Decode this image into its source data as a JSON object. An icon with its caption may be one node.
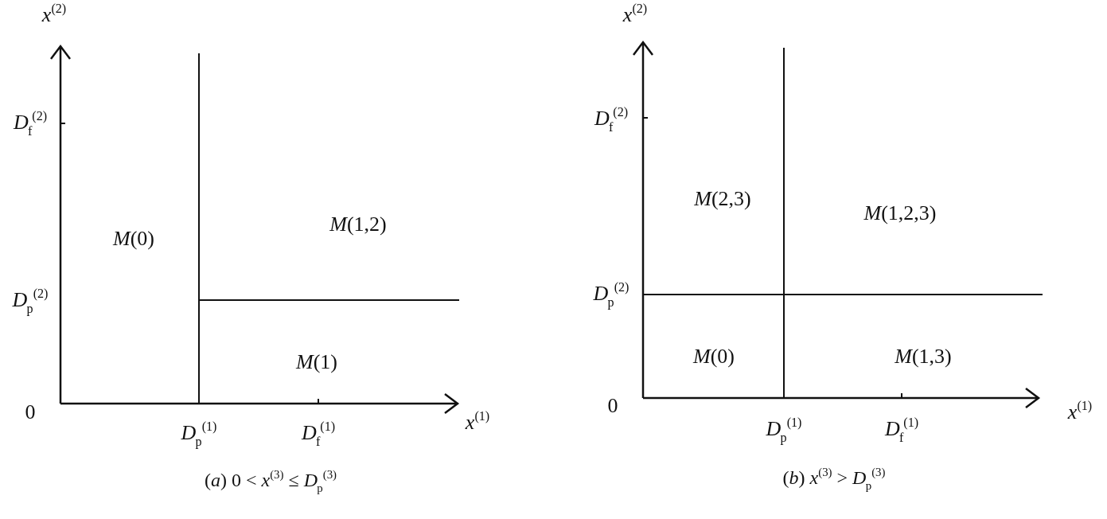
{
  "diagram": {
    "labels": [
      "*x*$^{(2)}$",
      "*D*$_{f}$$^{(2)}$",
      "*M*(0)",
      "*M*(1,2)",
      "*D*$_{p}$$^{(2)}$",
      "*M*(1)",
      "0",
      "*D*$_{p}$$^{(1)}$",
      "*D*$_{f}$$^{(1)}$",
      "*x*$^{(1)}$",
      "(*a*) 0 < *x*$^{(3)}$ ≤ *D*$_{p}$$^{(3)}$",
      "*x*$^{(2)}$",
      "*D*$_{f}$$^{(2)}$",
      "*M*(2,3)",
      "*M*(1,2,3)",
      "*D*$_{p}$$^{(2)}$",
      "*M*(0)",
      "*M*(1,3)",
      "0",
      "*D*$_{p}$$^{(1)}$",
      "*D*$_{f}$$^{(1)}$",
      "*x*$^{(1)}$",
      "(*b*) *x*$^{(3)}$ > *D*$_{p}$$^{(3)}$"
    ]
  }
}
